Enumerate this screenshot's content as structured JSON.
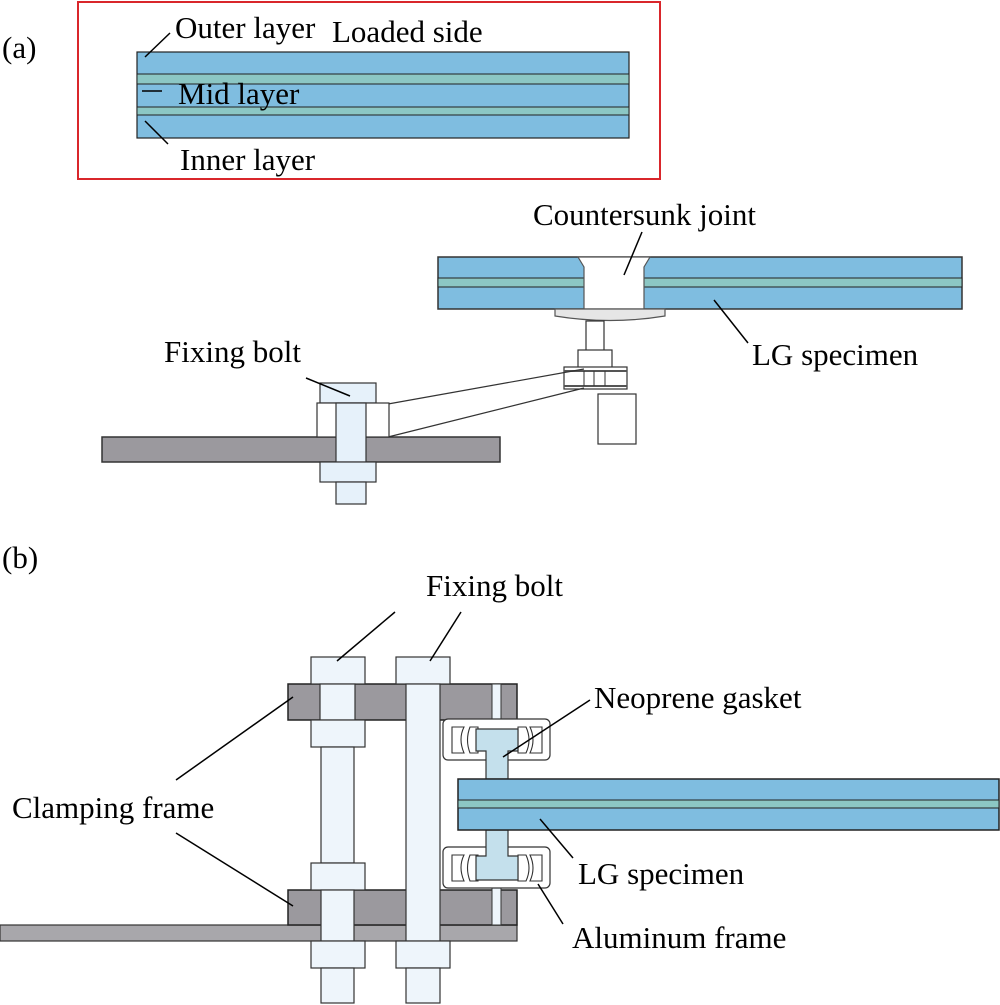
{
  "panels": {
    "a": {
      "label": "(a)",
      "inset": {
        "labels": {
          "outer_layer": "Outer layer",
          "loaded_side": "Loaded side",
          "mid_layer": "Mid layer",
          "inner_layer": "Inner layer"
        }
      },
      "labels": {
        "countersunk_joint": "Countersunk joint",
        "lg_specimen": "LG specimen",
        "fixing_bolt": "Fixing bolt"
      }
    },
    "b": {
      "label": "(b)",
      "labels": {
        "fixing_bolt": "Fixing bolt",
        "neoprene_gasket": "Neoprene gasket",
        "clamping_frame": "Clamping frame",
        "lg_specimen": "LG specimen",
        "aluminum_frame": "Aluminum frame"
      }
    }
  },
  "colors": {
    "glass": "#7fbde0",
    "interlayer": "#8cc7c4",
    "steel_plate": "#9b999e",
    "bolt": "#eef5fb",
    "gasket": "#c4e0ec",
    "inset_border": "#d9262b",
    "outline": "#222222"
  }
}
